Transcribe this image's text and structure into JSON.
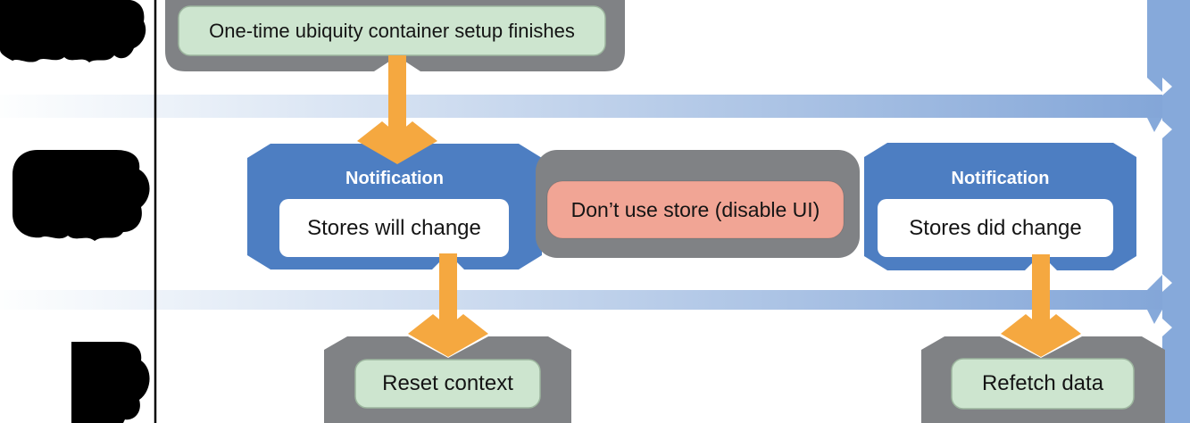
{
  "diagram": {
    "event": {
      "label": "One-time ubiquity container setup finishes"
    },
    "notification_left": {
      "title": "Notification",
      "message": "Stores will change"
    },
    "disable_ui": {
      "label": "Don’t use store (disable UI)"
    },
    "notification_right": {
      "title": "Notification",
      "message": "Stores did change"
    },
    "action_left": {
      "label": "Reset context"
    },
    "action_right": {
      "label": "Refetch data"
    },
    "colors": {
      "notification_blue": "#4d7ec2",
      "container_gray": "#808285",
      "action_green": "#cde5cf",
      "green_border": "#9cb59e",
      "alert_salmon": "#f1a595",
      "arrow_orange": "#f5a840",
      "flow_band_blue": "#86a9da",
      "redacted_black": "#000000"
    }
  }
}
